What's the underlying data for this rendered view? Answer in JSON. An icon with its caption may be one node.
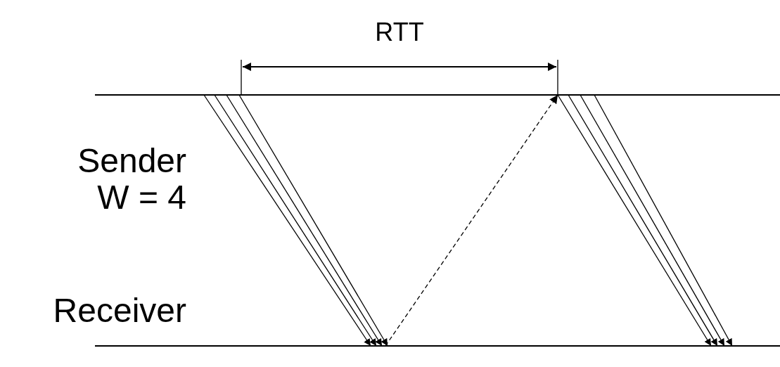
{
  "diagram": {
    "nodes": [
      {
        "text": [],
        "shape": "line",
        "beside": [
          "Sender",
          "W = 4"
        ]
      },
      {
        "text": [],
        "shape": "line",
        "beside": [
          "Receiver"
        ]
      }
    ],
    "edges": [
      {
        "from": 0,
        "to": 1,
        "arrow": "to"
      },
      {
        "from": 0,
        "to": 1,
        "arrow": "to"
      },
      {
        "from": 0,
        "to": 1,
        "arrow": "to"
      },
      {
        "from": 0,
        "to": 1,
        "arrow": "to"
      },
      {
        "from": 1,
        "to": 0,
        "arrow": "to",
        "style": "dashed"
      },
      {
        "from": 0,
        "to": 1,
        "arrow": "to"
      },
      {
        "from": 0,
        "to": 1,
        "arrow": "to"
      },
      {
        "from": 0,
        "to": 1,
        "arrow": "to"
      },
      {
        "from": 0,
        "to": 1,
        "arrow": "to"
      }
    ],
    "labels": [
      "RTT"
    ]
  }
}
